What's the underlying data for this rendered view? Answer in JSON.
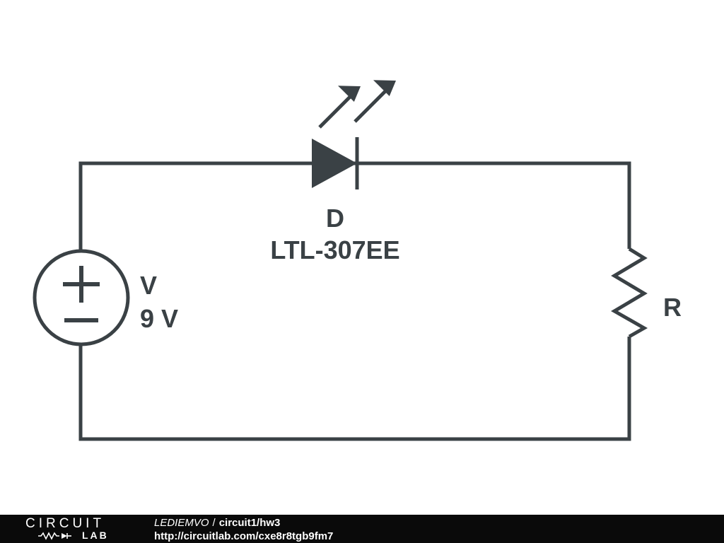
{
  "schematic": {
    "led": {
      "ref": "D",
      "part": "LTL-307EE"
    },
    "source": {
      "ref": "V",
      "value": "9 V"
    },
    "resistor": {
      "ref": "R"
    }
  },
  "footer": {
    "logo_top": "CIRCUIT",
    "logo_bottom": "LAB",
    "author": "LEDIEMVO",
    "separator": "/",
    "title": "circuit1/hw3",
    "url": "http://circuitlab.com/cxe8r8tgb9fm7"
  },
  "colors": {
    "wire": "#3a4145",
    "label_text": "#3a4145",
    "footer_bg": "#0a0a0a",
    "footer_text": "#ffffff",
    "canvas_bg": "#ffffff"
  }
}
